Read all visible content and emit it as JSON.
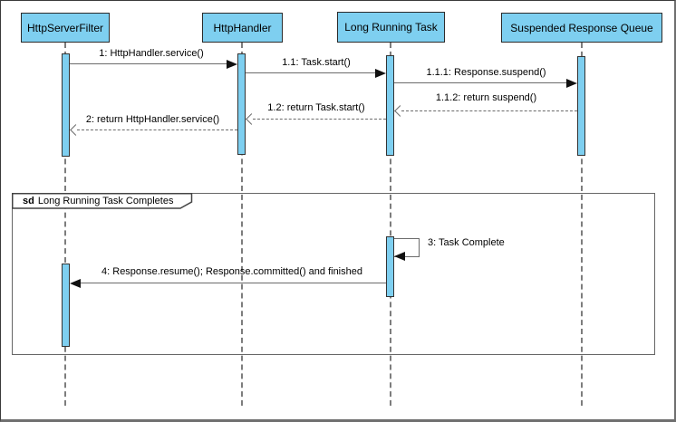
{
  "diagram": {
    "actors": [
      {
        "name": "HttpServerFilter"
      },
      {
        "name": "HttpHandler"
      },
      {
        "name": "Long Running Task"
      },
      {
        "name": "Suspended Response Queue"
      }
    ],
    "messages": [
      {
        "label": "1: HttpHandler.service()",
        "type": "sync",
        "from": "HttpServerFilter",
        "to": "HttpHandler"
      },
      {
        "label": "1.1: Task.start()",
        "type": "sync",
        "from": "HttpHandler",
        "to": "Long Running Task"
      },
      {
        "label": "1.1.1: Response.suspend()",
        "type": "sync",
        "from": "Long Running Task",
        "to": "Suspended Response Queue"
      },
      {
        "label": "1.1.2: return suspend()",
        "type": "return",
        "from": "Suspended Response Queue",
        "to": "Long Running Task"
      },
      {
        "label": "1.2: return Task.start()",
        "type": "return",
        "from": "Long Running Task",
        "to": "HttpHandler"
      },
      {
        "label": "2: return HttpHandler.service()",
        "type": "return",
        "from": "HttpHandler",
        "to": "HttpServerFilter"
      },
      {
        "label": "3: Task Complete",
        "type": "self",
        "from": "Long Running Task",
        "to": "Long Running Task"
      },
      {
        "label": "4: Response.resume(); Response.committed() and finished",
        "type": "sync",
        "from": "Long Running Task",
        "to": "HttpServerFilter"
      }
    ],
    "fragment": {
      "operator": "sd",
      "name": "Long Running Task Completes"
    },
    "colors": {
      "actor_fill": "#7ecff0",
      "actor_border": "#2b2b2b",
      "message_line": "#6b6b6b",
      "lifeline": "#7d7d7d",
      "arrowhead": "#111111",
      "background": "#ffffff"
    }
  }
}
